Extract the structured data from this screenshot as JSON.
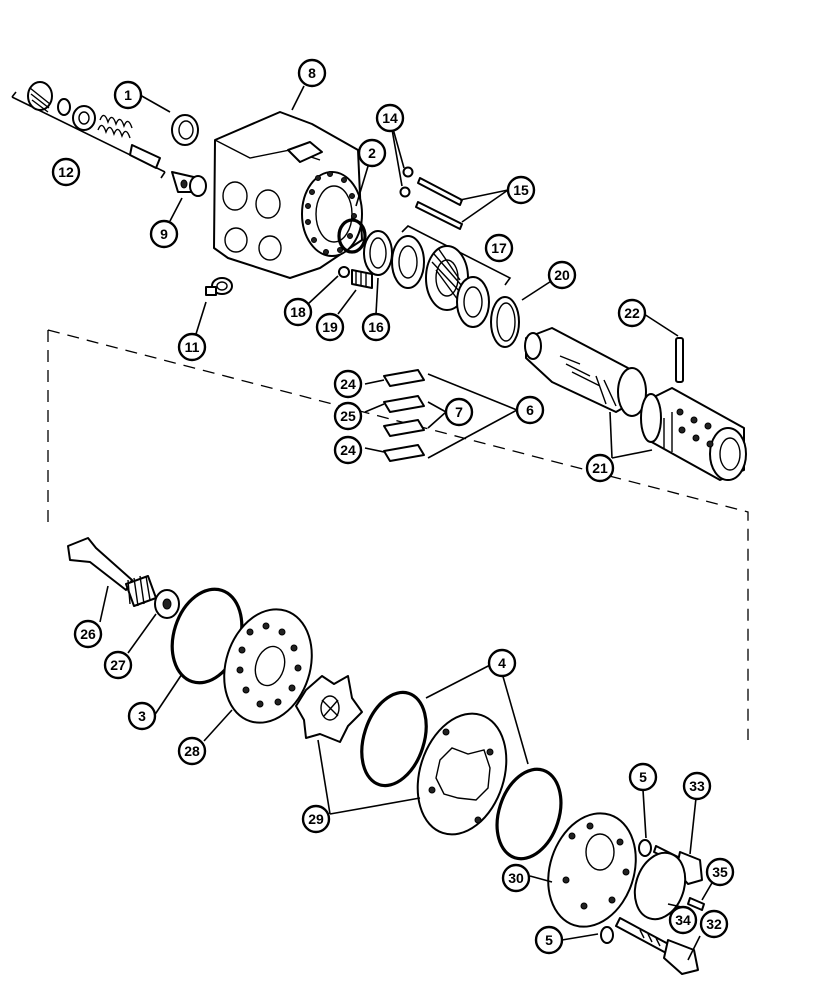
{
  "callouts": [
    {
      "id": "c1",
      "label": "1"
    },
    {
      "id": "c2",
      "label": "2"
    },
    {
      "id": "c3",
      "label": "3"
    },
    {
      "id": "c4",
      "label": "4"
    },
    {
      "id": "c5a",
      "label": "5"
    },
    {
      "id": "c5b",
      "label": "5"
    },
    {
      "id": "c6",
      "label": "6"
    },
    {
      "id": "c7",
      "label": "7"
    },
    {
      "id": "c8",
      "label": "8"
    },
    {
      "id": "c9",
      "label": "9"
    },
    {
      "id": "c11",
      "label": "11"
    },
    {
      "id": "c12",
      "label": "12"
    },
    {
      "id": "c14",
      "label": "14"
    },
    {
      "id": "c15",
      "label": "15"
    },
    {
      "id": "c16",
      "label": "16"
    },
    {
      "id": "c17",
      "label": "17"
    },
    {
      "id": "c18",
      "label": "18"
    },
    {
      "id": "c19",
      "label": "19"
    },
    {
      "id": "c20",
      "label": "20"
    },
    {
      "id": "c21",
      "label": "21"
    },
    {
      "id": "c22",
      "label": "22"
    },
    {
      "id": "c24a",
      "label": "24"
    },
    {
      "id": "c24b",
      "label": "24"
    },
    {
      "id": "c25",
      "label": "25"
    },
    {
      "id": "c26",
      "label": "26"
    },
    {
      "id": "c27",
      "label": "27"
    },
    {
      "id": "c28",
      "label": "28"
    },
    {
      "id": "c29",
      "label": "29"
    },
    {
      "id": "c30",
      "label": "30"
    },
    {
      "id": "c32",
      "label": "32"
    },
    {
      "id": "c33",
      "label": "33"
    },
    {
      "id": "c34",
      "label": "34"
    },
    {
      "id": "c35",
      "label": "35"
    }
  ]
}
